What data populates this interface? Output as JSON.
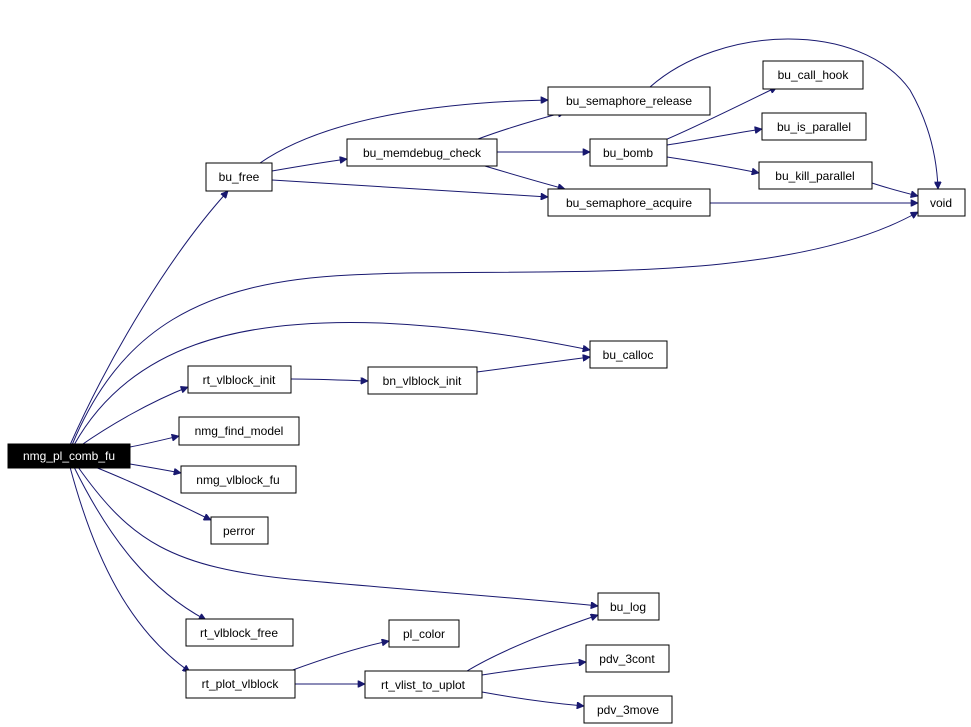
{
  "graph": {
    "edge_color": "#191970",
    "root": "nmg_pl_comb_fu",
    "nodes": [
      {
        "id": "nmg_pl_comb_fu",
        "label": "nmg_pl_comb_fu"
      },
      {
        "id": "bu_free",
        "label": "bu_free"
      },
      {
        "id": "bu_memdebug_check",
        "label": "bu_memdebug_check"
      },
      {
        "id": "bu_semaphore_release",
        "label": "bu_semaphore_release"
      },
      {
        "id": "bu_semaphore_acquire",
        "label": "bu_semaphore_acquire"
      },
      {
        "id": "bu_bomb",
        "label": "bu_bomb"
      },
      {
        "id": "bu_call_hook",
        "label": "bu_call_hook"
      },
      {
        "id": "bu_is_parallel",
        "label": "bu_is_parallel"
      },
      {
        "id": "bu_kill_parallel",
        "label": "bu_kill_parallel"
      },
      {
        "id": "void",
        "label": "void"
      },
      {
        "id": "bu_calloc",
        "label": "bu_calloc"
      },
      {
        "id": "rt_vlblock_init",
        "label": "rt_vlblock_init"
      },
      {
        "id": "bn_vlblock_init",
        "label": "bn_vlblock_init"
      },
      {
        "id": "nmg_find_model",
        "label": "nmg_find_model"
      },
      {
        "id": "nmg_vlblock_fu",
        "label": "nmg_vlblock_fu"
      },
      {
        "id": "perror",
        "label": "perror"
      },
      {
        "id": "bu_log",
        "label": "bu_log"
      },
      {
        "id": "rt_vlblock_free",
        "label": "rt_vlblock_free"
      },
      {
        "id": "pl_color",
        "label": "pl_color"
      },
      {
        "id": "rt_plot_vlblock",
        "label": "rt_plot_vlblock"
      },
      {
        "id": "rt_vlist_to_uplot",
        "label": "rt_vlist_to_uplot"
      },
      {
        "id": "pdv_3cont",
        "label": "pdv_3cont"
      },
      {
        "id": "pdv_3move",
        "label": "pdv_3move"
      }
    ],
    "edges": [
      [
        "nmg_pl_comb_fu",
        "bu_free"
      ],
      [
        "nmg_pl_comb_fu",
        "void"
      ],
      [
        "nmg_pl_comb_fu",
        "bu_calloc"
      ],
      [
        "nmg_pl_comb_fu",
        "rt_vlblock_init"
      ],
      [
        "nmg_pl_comb_fu",
        "nmg_find_model"
      ],
      [
        "nmg_pl_comb_fu",
        "nmg_vlblock_fu"
      ],
      [
        "nmg_pl_comb_fu",
        "perror"
      ],
      [
        "nmg_pl_comb_fu",
        "bu_log"
      ],
      [
        "nmg_pl_comb_fu",
        "rt_vlblock_free"
      ],
      [
        "nmg_pl_comb_fu",
        "rt_plot_vlblock"
      ],
      [
        "bu_free",
        "bu_memdebug_check"
      ],
      [
        "bu_free",
        "bu_semaphore_release"
      ],
      [
        "bu_free",
        "bu_semaphore_acquire"
      ],
      [
        "bu_memdebug_check",
        "bu_semaphore_release"
      ],
      [
        "bu_memdebug_check",
        "bu_bomb"
      ],
      [
        "bu_memdebug_check",
        "bu_semaphore_acquire"
      ],
      [
        "bu_semaphore_release",
        "void"
      ],
      [
        "bu_bomb",
        "bu_call_hook"
      ],
      [
        "bu_bomb",
        "bu_is_parallel"
      ],
      [
        "bu_bomb",
        "bu_kill_parallel"
      ],
      [
        "bu_kill_parallel",
        "void"
      ],
      [
        "bu_semaphore_acquire",
        "void"
      ],
      [
        "rt_vlblock_init",
        "bn_vlblock_init"
      ],
      [
        "bn_vlblock_init",
        "bu_calloc"
      ],
      [
        "rt_plot_vlblock",
        "pl_color"
      ],
      [
        "rt_plot_vlblock",
        "rt_vlist_to_uplot"
      ],
      [
        "rt_vlist_to_uplot",
        "bu_log"
      ],
      [
        "rt_vlist_to_uplot",
        "pdv_3cont"
      ],
      [
        "rt_vlist_to_uplot",
        "pdv_3move"
      ]
    ]
  }
}
